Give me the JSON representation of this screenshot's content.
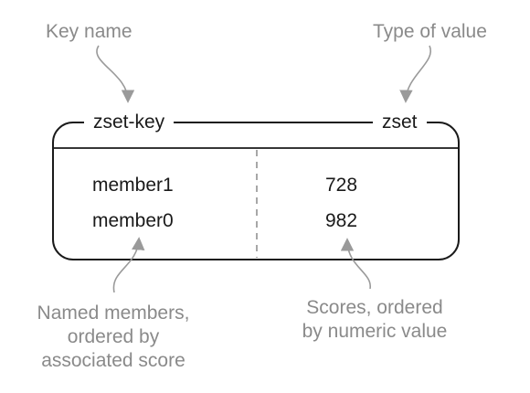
{
  "callouts": {
    "key_name": "Key name",
    "type_of_value": "Type of value",
    "members_note": [
      "Named members,",
      "ordered by",
      "associated score"
    ],
    "scores_note": [
      "Scores, ordered",
      "by numeric value"
    ]
  },
  "zset": {
    "key": "zset-key",
    "type": "zset",
    "rows": [
      {
        "member": "member1",
        "score": "728"
      },
      {
        "member": "member0",
        "score": "982"
      }
    ]
  },
  "colors": {
    "callout_text": "#8a8a8a",
    "arrow": "#9a9a9a",
    "box_stroke": "#1a1a1a",
    "divider": "#8a8a8a"
  }
}
